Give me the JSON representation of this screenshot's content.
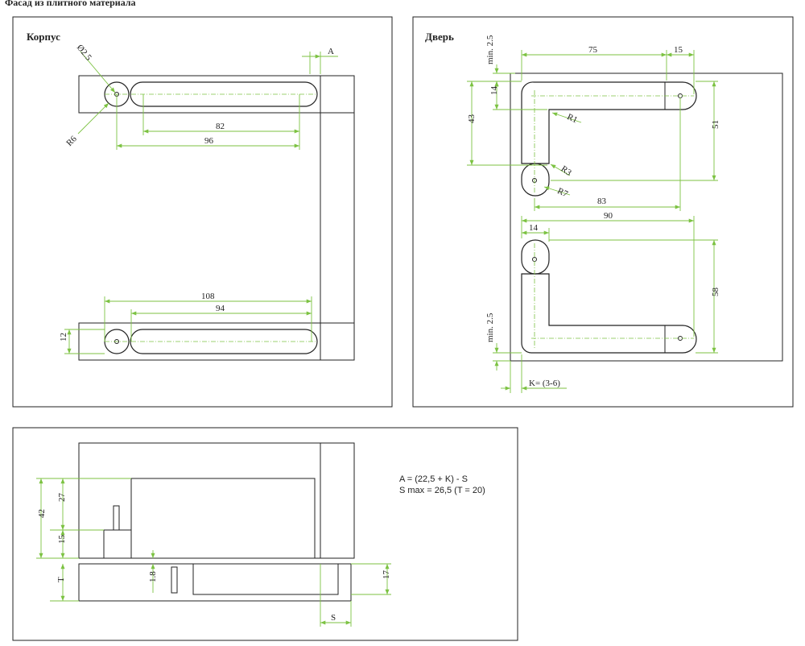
{
  "page_title": "Фасад из плитного материала",
  "panels": {
    "korpus": {
      "label": "Корпус",
      "dims": {
        "diameter": "Ø2.5",
        "a": "A",
        "r6": "R6",
        "d82": "82",
        "d96": "96",
        "d108": "108",
        "d94": "94",
        "d12": "12"
      }
    },
    "dver": {
      "label": "Дверь",
      "dims": {
        "min_top": "min. 2.5",
        "d75": "75",
        "d15": "15",
        "d14a": "14",
        "d43": "43",
        "r1": "R1",
        "d51": "51",
        "r3": "R3",
        "r7": "R7",
        "d83": "83",
        "d90": "90",
        "d14b": "14",
        "d58": "58",
        "min_bottom": "min. 2.5",
        "k": "K= (3-6)"
      }
    },
    "section": {
      "dims": {
        "d42": "42",
        "d27": "27",
        "d15": "15",
        "t": "T",
        "d18": "1.8",
        "d17": "17",
        "s": "S"
      },
      "formula_1": "A = (22,5 + K) - S",
      "formula_2": "S max = 26,5 (T = 20)"
    }
  }
}
